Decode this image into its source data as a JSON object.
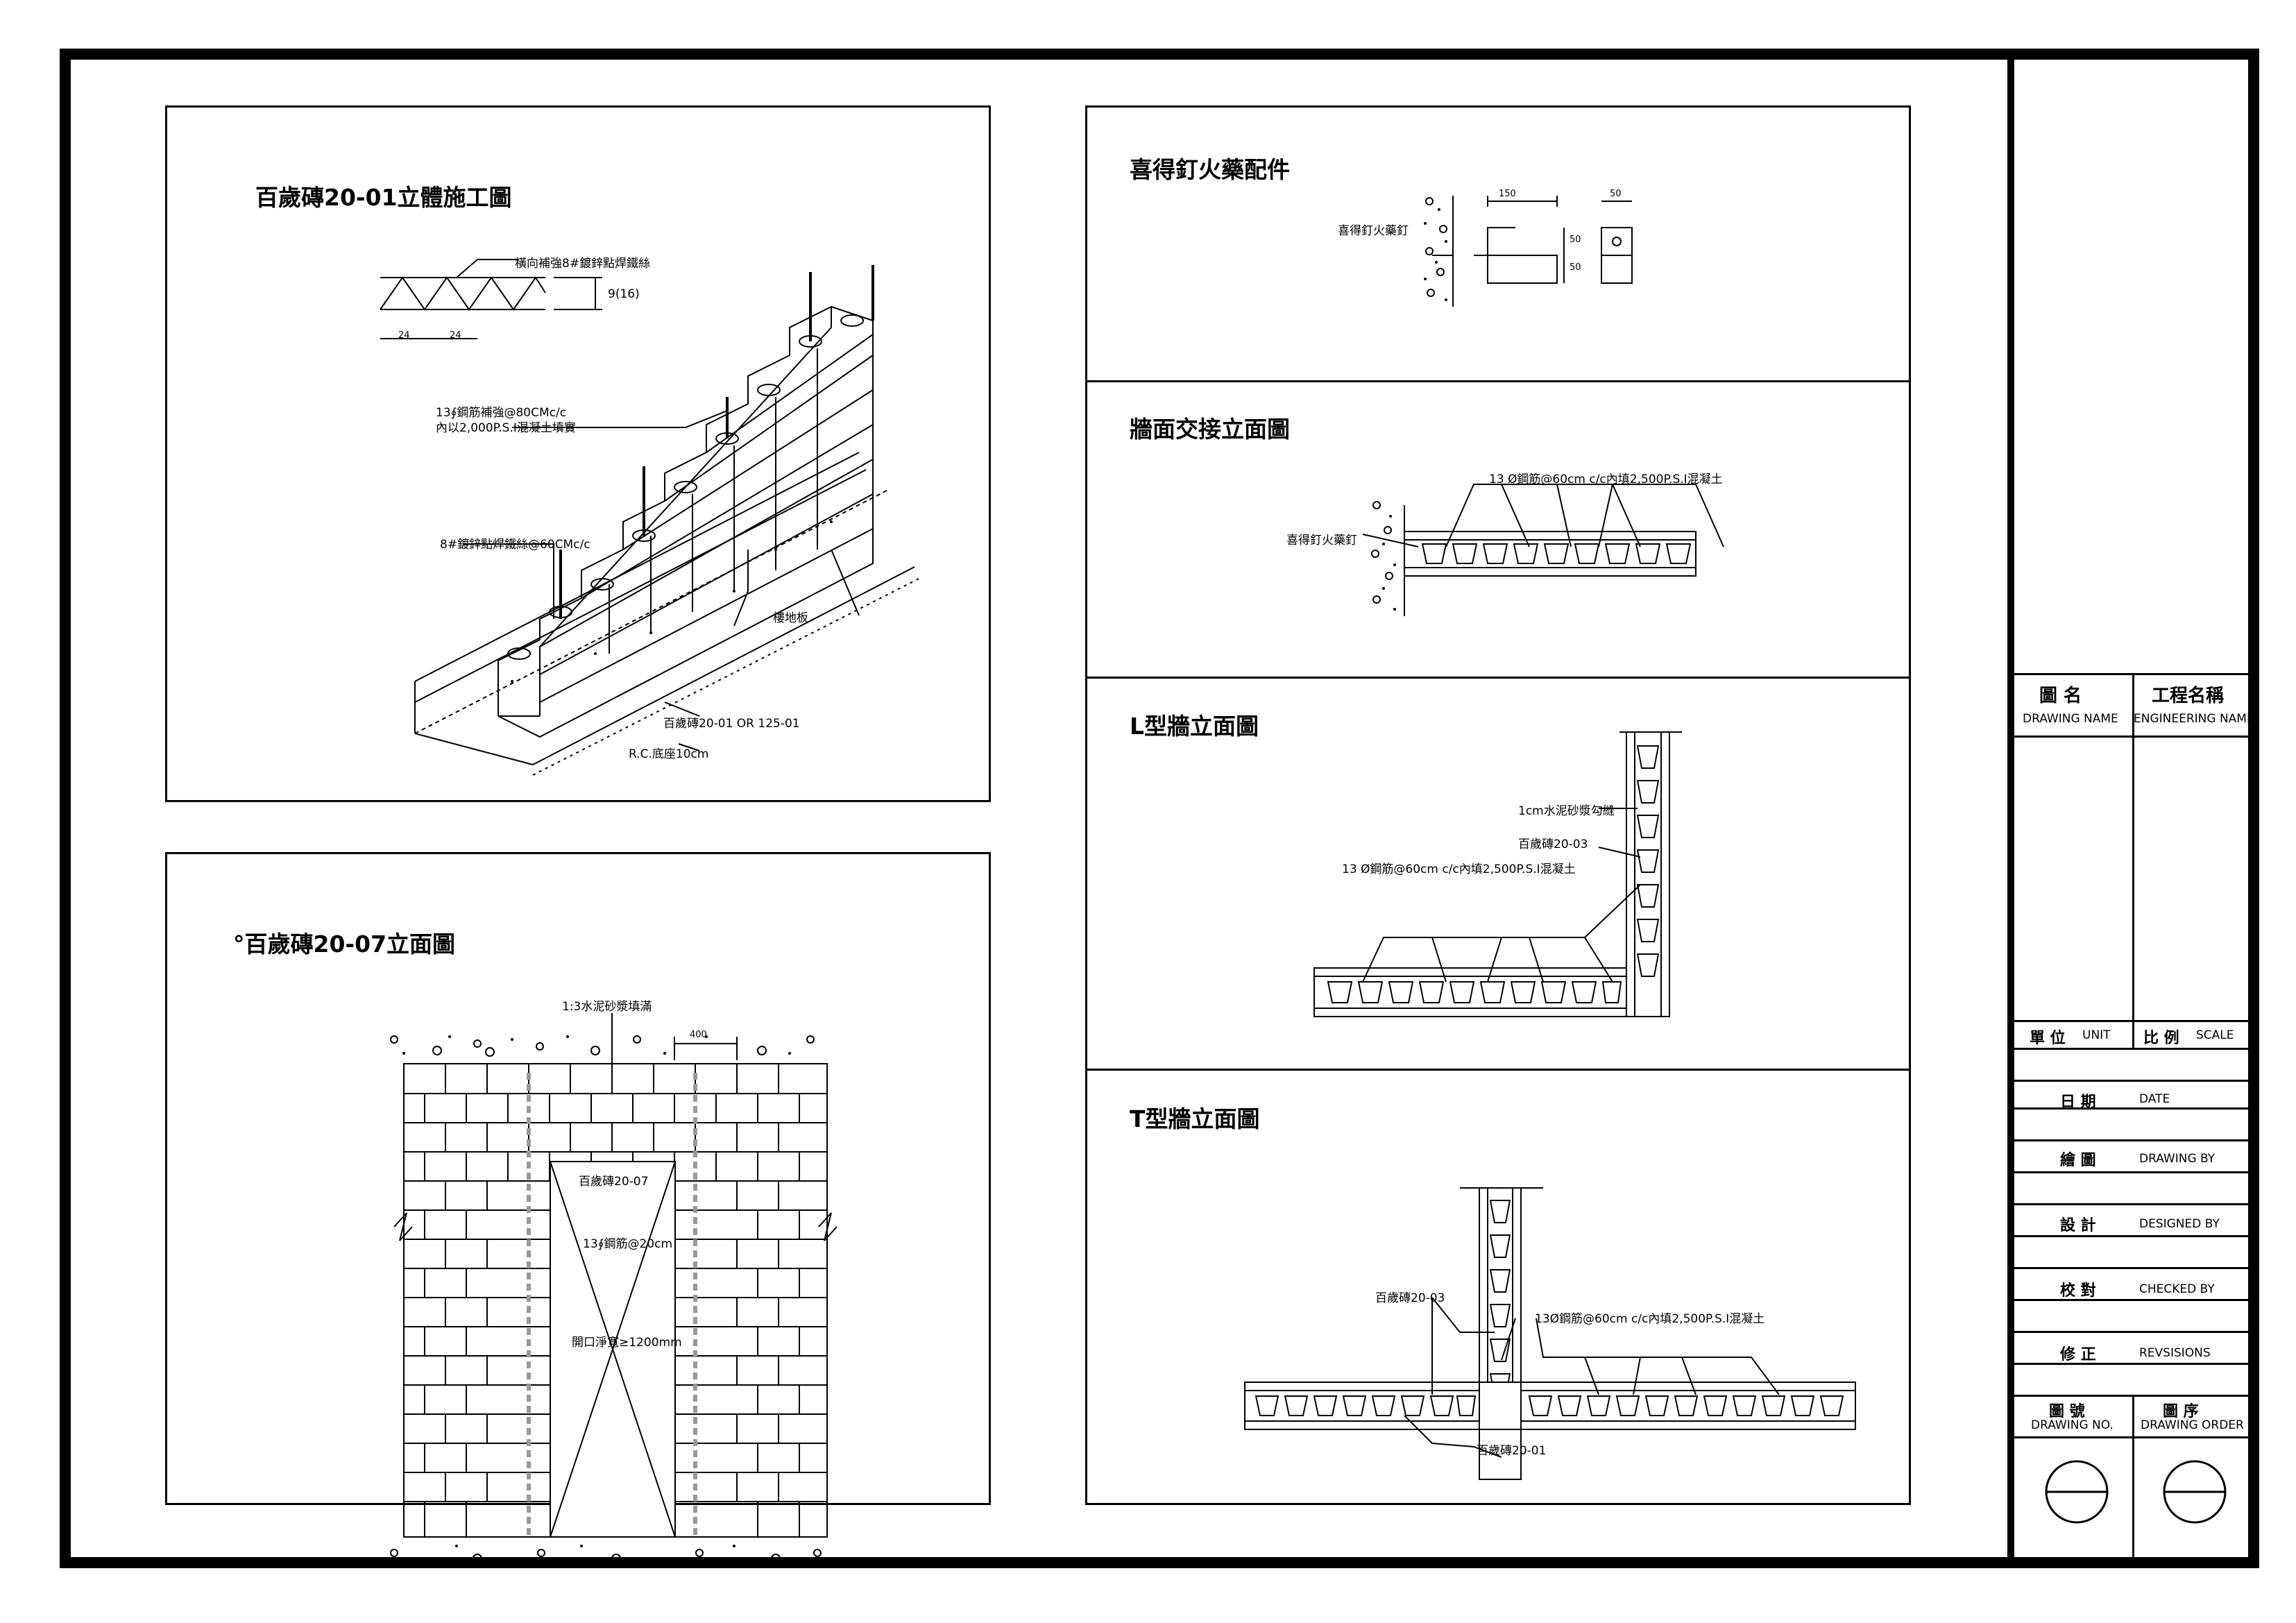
{
  "panels": {
    "p1": {
      "title": "百歲磚20-01立體施工圖",
      "labels": {
        "wire": "橫向補強8#鍍鋅點焊鐵絲",
        "dim_h": "9(16)",
        "dim_a": "24",
        "dim_b": "24",
        "rebar_l1": "13∮鋼筋補強@80CMc/c",
        "rebar_l2": "內以2,000P.S.I混凝土填實",
        "wire2": "8#鍍鋅點焊鐵絲@60CMc/c",
        "floor": "樓地板",
        "brick": "百歲磚20-01 OR  125-01",
        "base": "R.C.底座10cm"
      }
    },
    "p2": {
      "title": "°百歲磚20-07立面圖",
      "labels": {
        "mortar": "1:3水泥砂漿填滿",
        "dim400": "400",
        "brick": "百歲磚20-07",
        "rebar": "13∮鋼筋@20cm",
        "opening": "開口淨寬≥1200mm"
      }
    },
    "p3": {
      "title": "喜得釘火藥配件",
      "labels": {
        "nail": "喜得釘火藥釘",
        "d150": "150",
        "d50a": "50",
        "d50b": "50",
        "d50c": "50"
      }
    },
    "p4": {
      "title": "牆面交接立面圖",
      "labels": {
        "rebar": "13 Ø鋼筋@60cm c/c內填2,500P.S.I混凝土",
        "nail": "喜得釘火藥釘"
      }
    },
    "p5": {
      "title": "L型牆立面圖",
      "labels": {
        "joint": "1cm水泥砂漿勾縫",
        "brick": "百歲磚20-03",
        "rebar": "13 Ø鋼筋@60cm c/c內填2,500P.S.I混凝土"
      }
    },
    "p6": {
      "title": "T型牆立面圖",
      "labels": {
        "brick03": "百歲磚20-03",
        "rebar": "13Ø鋼筋@60cm c/c內填2,500P.S.I混凝土",
        "brick01": "百歲磚20-01"
      }
    }
  },
  "title_block": {
    "drawing_name_cn": "圖  名",
    "drawing_name_en": "DRAWING NAME",
    "project_name_cn": "工程名稱",
    "project_name_en": "ENGINEERING NAME",
    "unit_cn": "單 位",
    "unit_en": "UNIT",
    "scale_cn": "比 例",
    "scale_en": "SCALE",
    "date_cn": "日  期",
    "date_en": "DATE",
    "drawn_cn": "繪  圖",
    "drawn_en": "DRAWING BY",
    "design_cn": "設  計",
    "design_en": "DESIGNED BY",
    "check_cn": "校  對",
    "check_en": "CHECKED BY",
    "rev_cn": "修  正",
    "rev_en": "REVSISIONS",
    "no_cn": "圖  號",
    "no_en": "DRAWING NO.",
    "order_cn": "圖  序",
    "order_en": "DRAWING ORDER"
  }
}
